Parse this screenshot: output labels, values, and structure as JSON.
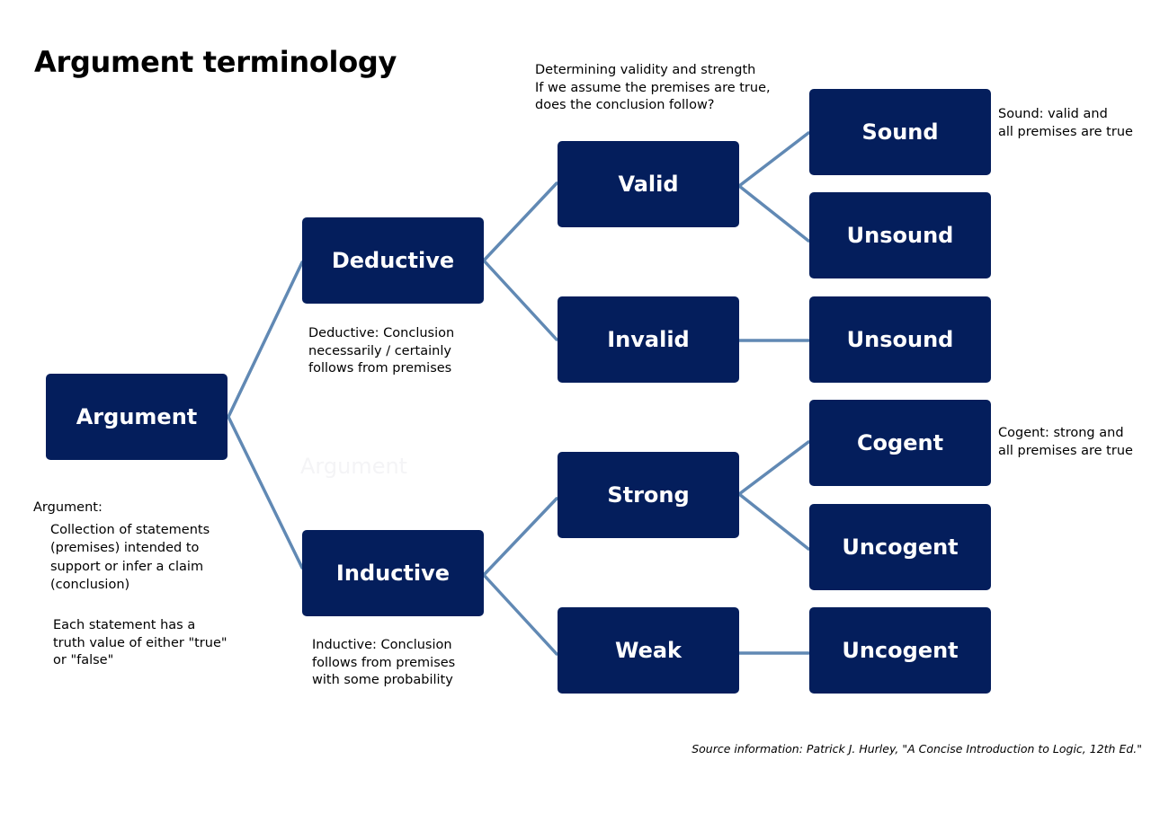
{
  "title": "Argument terminology",
  "colors": {
    "node_fill": "#041e5c",
    "edge": "#6189b4",
    "node_text": "#ffffff"
  },
  "nodes": {
    "argument": "Argument",
    "deductive": "Deductive",
    "inductive": "Inductive",
    "valid": "Valid",
    "invalid": "Invalid",
    "strong": "Strong",
    "weak": "Weak",
    "sound": "Sound",
    "unsound_valid": "Unsound",
    "unsound_invalid": "Unsound",
    "cogent": "Cogent",
    "uncogent_strong": "Uncogent",
    "uncogent_weak": "Uncogent"
  },
  "notes": {
    "validity": [
      "Determining validity and strength",
      "If we assume the premises are true,",
      "does the conclusion follow?"
    ],
    "sound": [
      "Sound: valid and",
      "all premises are true"
    ],
    "cogent": [
      "Cogent: strong and",
      "all premises are true"
    ],
    "deductive": [
      "Deductive: Conclusion",
      "necessarily / certainly",
      "follows from premises"
    ],
    "inductive": [
      "Inductive: Conclusion",
      "follows from premises",
      "with some probability"
    ],
    "argument_heading": "Argument:",
    "argument_def": [
      "Collection of statements",
      "(premises) intended to",
      "support or infer a claim",
      "(conclusion)"
    ],
    "truth": [
      "Each statement has a",
      "truth value of either \"true\"",
      "or \"false\""
    ]
  },
  "ghost_text": "Argument",
  "source": "Source information: Patrick J. Hurley, \"A Concise Introduction to Logic, 12th Ed.\""
}
